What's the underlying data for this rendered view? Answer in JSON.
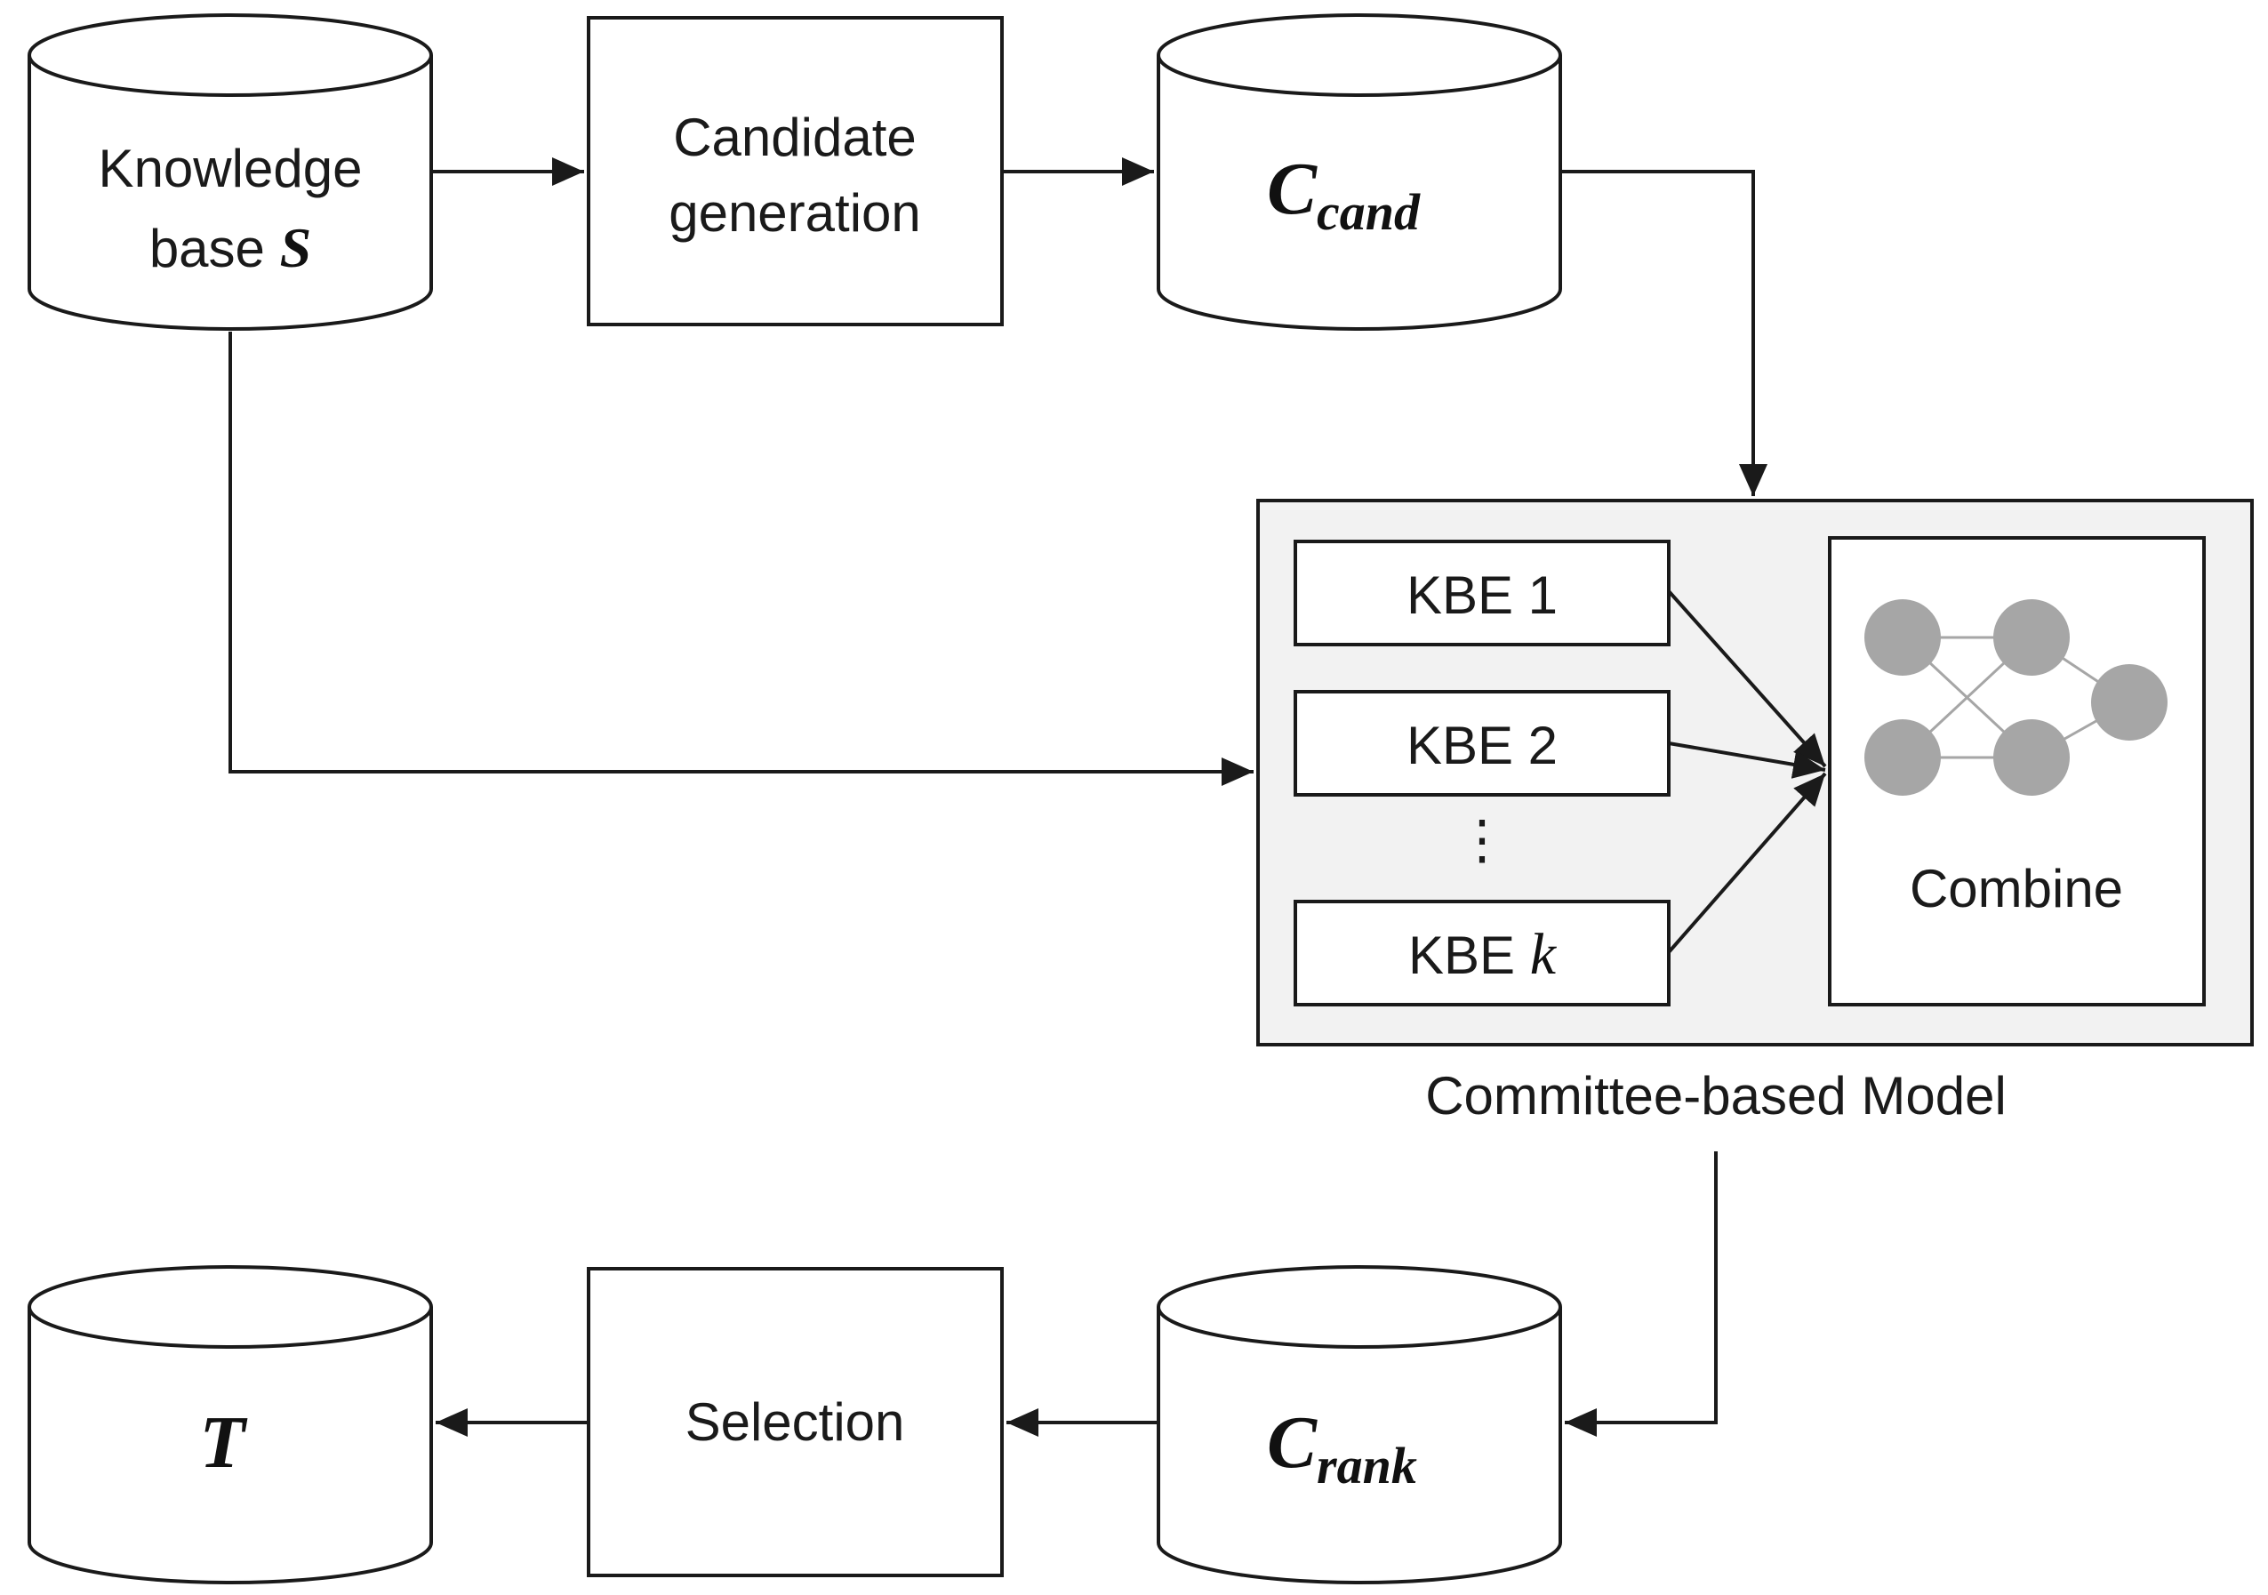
{
  "diagram": {
    "knowledge_base": {
      "label_line1": "Knowledge",
      "label_line2": "base",
      "symbol": "S"
    },
    "candidate_generation": {
      "label_line1": "Candidate",
      "label_line2": "generation"
    },
    "c_cand": {
      "symbol": "C",
      "subscript": "cand"
    },
    "committee": {
      "caption": "Committee-based Model",
      "kbe1": "KBE 1",
      "kbe2": "KBE 2",
      "ellipsis": "⋮",
      "kbek_prefix": "KBE",
      "kbek_var": "k",
      "combine_label": "Combine"
    },
    "c_rank": {
      "symbol": "C",
      "subscript": "rank"
    },
    "selection": {
      "label": "Selection"
    },
    "t_store": {
      "symbol": "T"
    }
  },
  "colors": {
    "stroke": "#1a1a1a",
    "committee_fill": "#f2f2f2",
    "nn_node": "#a6a6a6",
    "nn_edge": "#a6a6a6"
  }
}
